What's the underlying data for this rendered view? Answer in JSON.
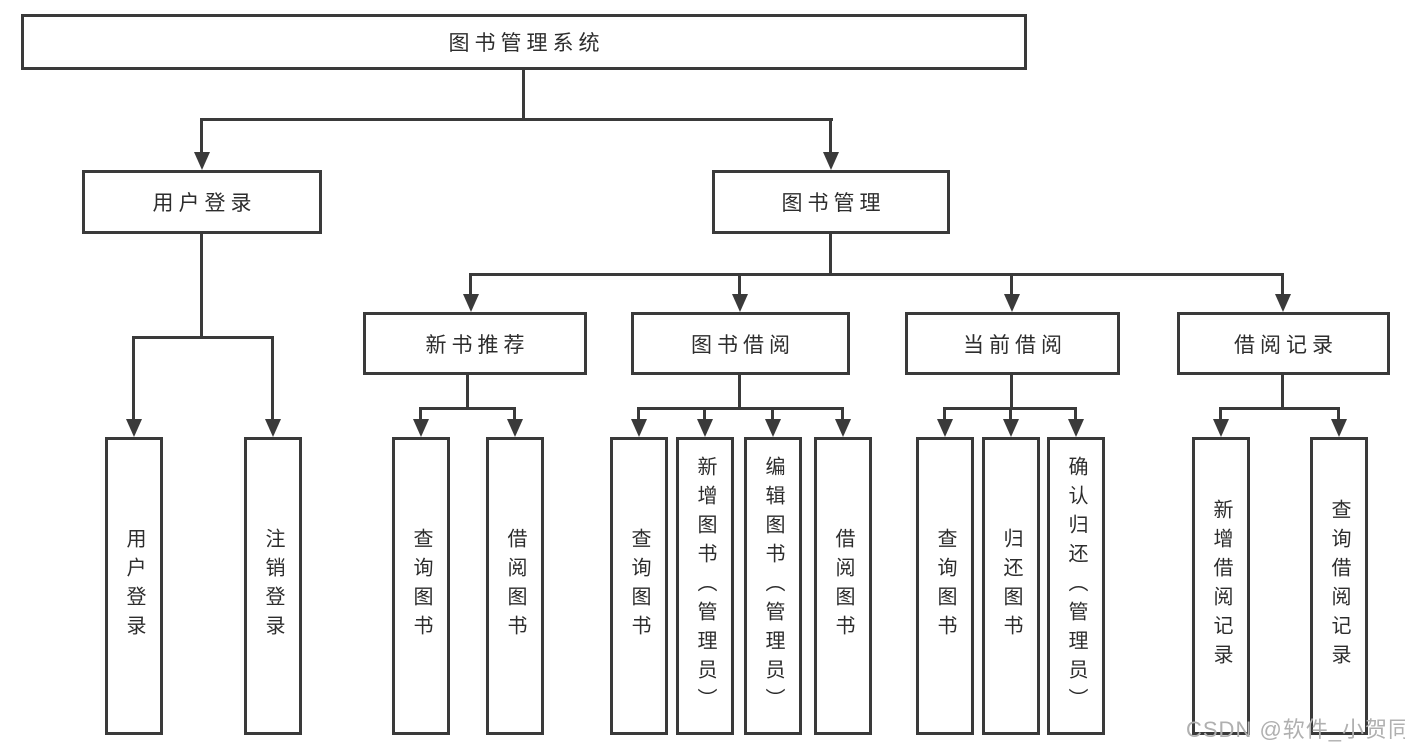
{
  "diagram": {
    "title": "图书管理系统",
    "level2": [
      {
        "label": "用户登录"
      },
      {
        "label": "图书管理"
      }
    ],
    "level3": [
      {
        "label": "新书推荐",
        "parent": "图书管理"
      },
      {
        "label": "图书借阅",
        "parent": "图书管理"
      },
      {
        "label": "当前借阅",
        "parent": "图书管理"
      },
      {
        "label": "借阅记录",
        "parent": "图书管理"
      }
    ],
    "leaves": [
      {
        "label": "用户登录",
        "parent": "用户登录"
      },
      {
        "label": "注销登录",
        "parent": "用户登录"
      },
      {
        "label": "查询图书",
        "parent": "新书推荐"
      },
      {
        "label": "借阅图书",
        "parent": "新书推荐"
      },
      {
        "label": "查询图书",
        "parent": "图书借阅"
      },
      {
        "label": "新增图书（管理员）",
        "parent": "图书借阅"
      },
      {
        "label": "编辑图书（管理员）",
        "parent": "图书借阅"
      },
      {
        "label": "借阅图书",
        "parent": "图书借阅"
      },
      {
        "label": "查询图书",
        "parent": "当前借阅"
      },
      {
        "label": "归还图书",
        "parent": "当前借阅"
      },
      {
        "label": "确认归还（管理员）",
        "parent": "当前借阅"
      },
      {
        "label": "新增借阅记录",
        "parent": "借阅记录"
      },
      {
        "label": "查询借阅记录",
        "parent": "借阅记录"
      }
    ]
  },
  "watermark": {
    "text": "CSDN @软件_小贺同学"
  },
  "colors": {
    "line": "#3a3a3a",
    "text": "#2d2d2d",
    "background": "#ffffff",
    "watermark": "#b0b0b0"
  }
}
